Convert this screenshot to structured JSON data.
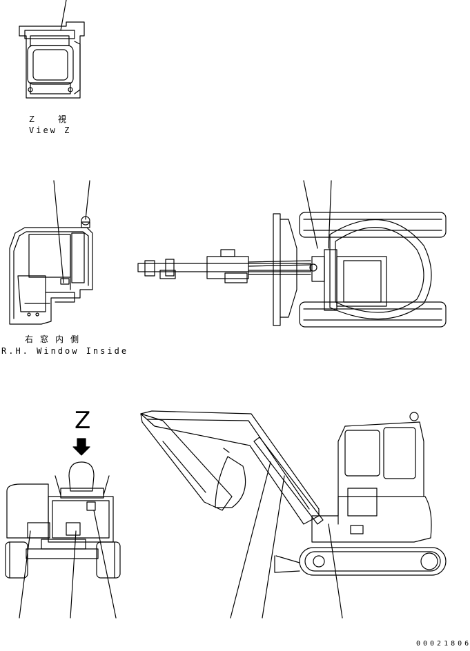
{
  "views": {
    "view_z": {
      "label_jp": "Ｚ　視",
      "label_en": "View Z"
    },
    "rh_window": {
      "label_jp": "右窓内側",
      "label_en": "R.H. Window Inside"
    },
    "rear_view": {
      "view_letter": "Z"
    }
  },
  "document": {
    "number": "00021806"
  }
}
